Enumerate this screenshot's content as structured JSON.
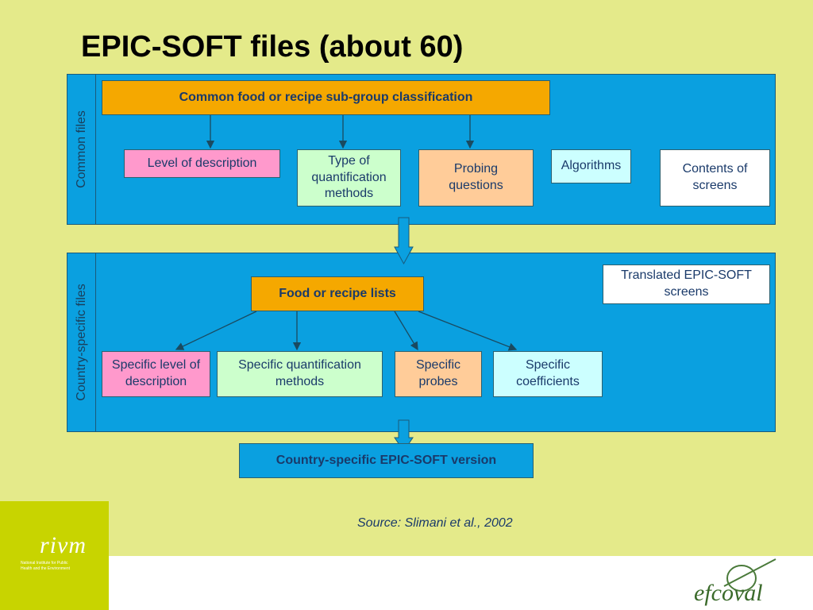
{
  "slide": {
    "title": "EPIC-SOFT files (about 60)",
    "source": "Source: Slimani et al., 2002"
  },
  "common": {
    "side_label": "Common files",
    "header": "Common food or recipe sub-group classification",
    "level": "Level of description",
    "quant": "Type of quantification methods",
    "probing": "Probing questions",
    "algorithms": "Algorithms",
    "contents": "Contents of screens"
  },
  "country": {
    "side_label": "Country-specific files",
    "lists": "Food or recipe lists",
    "translated": "Translated EPIC-SOFT screens",
    "spec_level": "Specific level of description",
    "spec_quant": "Specific quantification methods",
    "spec_probes": "Specific probes",
    "spec_coeff": "Specific coefficients"
  },
  "output": {
    "version": "Country-specific EPIC-SOFT version"
  },
  "logos": {
    "rivm": "rivm",
    "rivm_tagline": "National Institute for Public Health and the Environment",
    "efcoval": "efcoval"
  },
  "colors": {
    "background": "#e4ea8a",
    "panel": "#0aa0e0",
    "orange": "#f5a800",
    "pink": "#ff99cc",
    "mint": "#ccffcc",
    "peach": "#ffcc99",
    "cyan": "#ccffff",
    "rivm_green": "#c8d400"
  }
}
